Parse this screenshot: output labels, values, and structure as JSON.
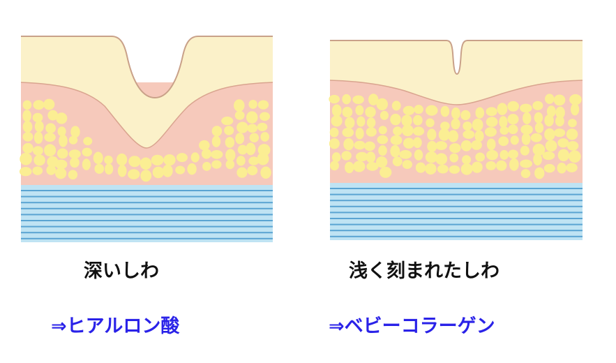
{
  "colors": {
    "epidermis": "#fbf1c9",
    "dermis": "#f6c9bb",
    "fat": "#fbee93",
    "outline": "#c9a189",
    "muscle_light": "#bfe3f3",
    "muscle_line": "#5aa4d2",
    "treatment_text": "#2a22e8"
  },
  "left": {
    "label": "深いしわ",
    "treatment": "⇒ヒアルロン酸"
  },
  "right": {
    "label": "浅く刻まれたしわ",
    "treatment": "⇒ベビーコラーゲン"
  }
}
